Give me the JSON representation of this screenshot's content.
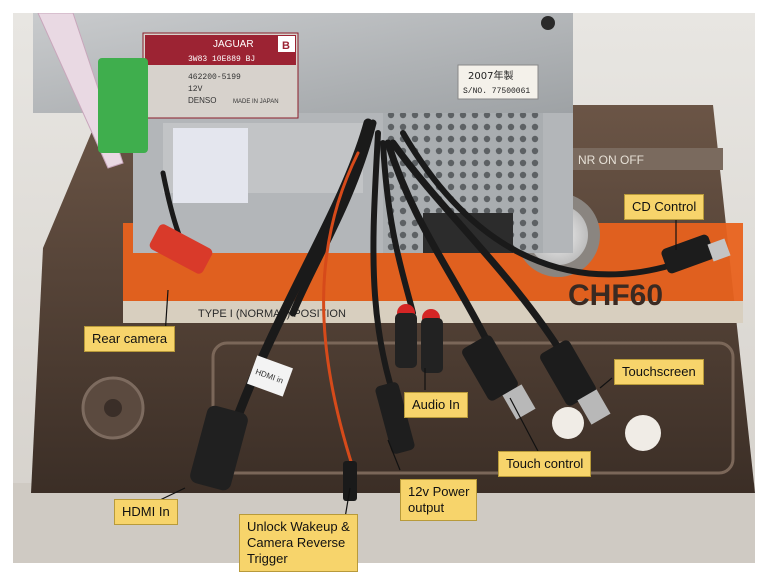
{
  "photo": {
    "unit_brand": "JAGUAR",
    "unit_code": "3W83 10E889 BJ",
    "unit_badge": "B",
    "unit_part": "462200-5199",
    "unit_voltage": "12V",
    "unit_maker": "DENSO",
    "unit_origin": "MADE IN JAPAN",
    "unit_year": "2007年製",
    "unit_serial": "S/NO. 77500061",
    "mat_mode": "NR ON OFF",
    "mat_type": "TYPE I (NORMAL) POSITION",
    "mat_brand": "CHF60",
    "tag_hdmi": "HDMI in"
  },
  "callouts": {
    "cd_control": "CD Control",
    "rear_camera": "Rear camera",
    "touchscreen": "Touchscreen",
    "audio_in": "Audio In",
    "touch_control": "Touch control",
    "hdmi_in": "HDMI In",
    "power_output": "12v Power\noutput",
    "unlock_wakeup": "Unlock Wakeup &\nCamera Reverse\nTrigger"
  },
  "colors": {
    "callout_fill": "#f7d46b",
    "mat_orange": "#e8621e",
    "mat_dark": "#4a3a30",
    "unit_grey": "#b9bcbf"
  }
}
